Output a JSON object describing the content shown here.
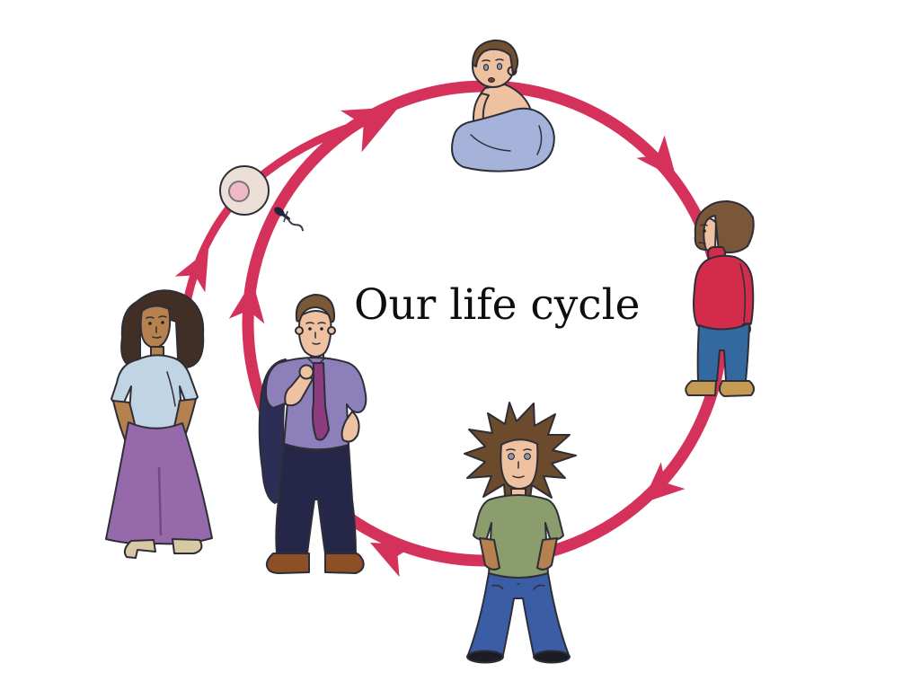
{
  "title": "Our life cycle",
  "cycle": {
    "direction": "clockwise",
    "arrowhead_count": 6,
    "shape": "circle-with-fertilisation-branch"
  },
  "figures": {
    "egg": {
      "name": "egg-cell"
    },
    "sperm": {
      "name": "sperm-cell"
    },
    "baby": {
      "name": "baby-in-blanket"
    },
    "child": {
      "name": "young-child"
    },
    "teenager": {
      "name": "teenager"
    },
    "man": {
      "name": "adult-man"
    },
    "woman": {
      "name": "adult-woman"
    }
  },
  "colors": {
    "arrow": "#d4325a",
    "outline": "#2e2e38",
    "egg-fill": "#ecdfd7",
    "egg-nucleus": "#efb9c6",
    "blanket-blue": "#a5b3da",
    "skin-light": "#eec2a0",
    "skin-tan": "#b5814e",
    "hair-brown": "#7a5738",
    "hair-dark": "#412e24",
    "hair-teen": "#6b4b2c",
    "hair-man": "#7b5836",
    "hair-baby": "#6f4f30",
    "sweater-red": "#d22c4a",
    "jeans-child": "#34699f",
    "jeans-teen": "#3a5da6",
    "shirt-green": "#8b9c6d",
    "shirt-purple": "#8d7fba",
    "tie-purple": "#8e3c80",
    "suit-navy": "#262748",
    "jacket-navy": "#2d2e55",
    "top-blue": "#c0d4e4",
    "skirt-purple": "#966aaa",
    "shoes-tan": "#c59a52",
    "shoes-beige": "#d9c8a4",
    "shoes-brown": "#8c4f26",
    "shoes-dark": "#1c1c24",
    "eye-blue": "#8898b5"
  }
}
